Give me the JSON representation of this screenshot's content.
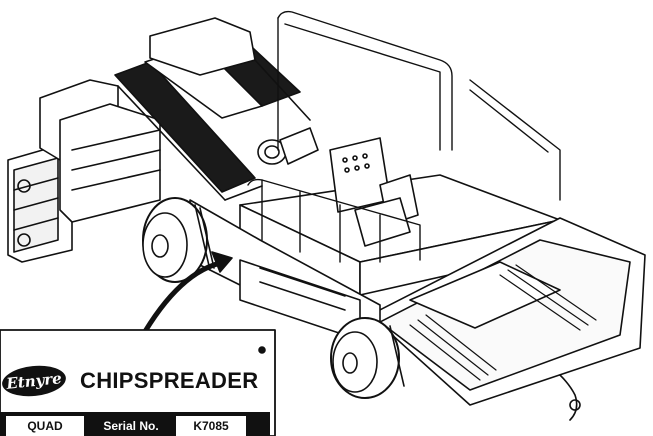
{
  "nameplate": {
    "logo_text": "Etnyre",
    "product_name": "CHIPSPREADER",
    "model": "QUAD",
    "serial_label": "Serial No.",
    "serial_number": "K7085"
  },
  "colors": {
    "line": "#111111",
    "background": "#ffffff",
    "belt_fill": "#1a1a1a"
  }
}
